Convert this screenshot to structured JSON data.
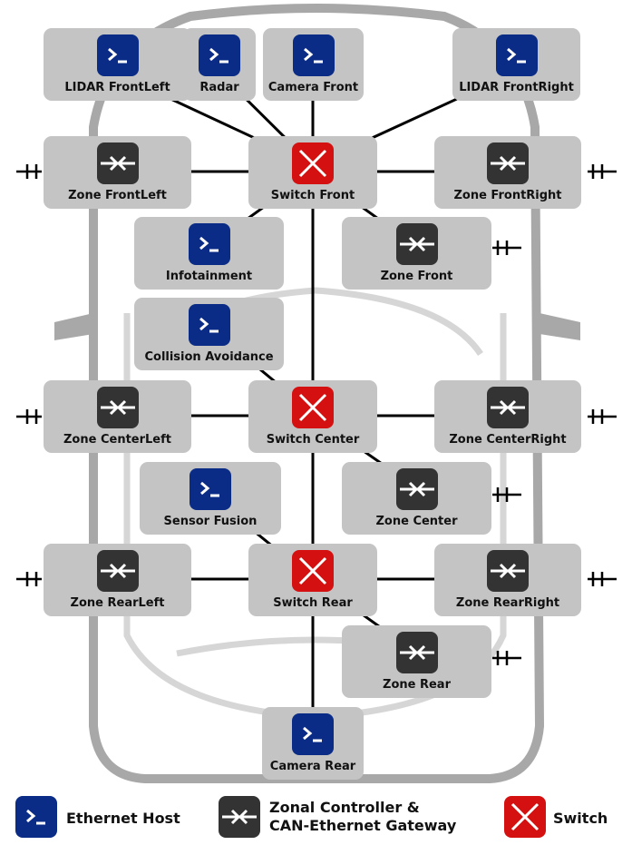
{
  "nodes": {
    "lidar_frontleft": "LIDAR FrontLeft",
    "radar": "Radar",
    "camera_front": "Camera Front",
    "lidar_frontright": "LIDAR FrontRight",
    "zone_frontleft": "Zone FrontLeft",
    "switch_front": "Switch Front",
    "zone_frontright": "Zone FrontRight",
    "infotainment": "Infotainment",
    "zone_front": "Zone Front",
    "collision_avoidance": "Collision Avoidance",
    "zone_centerleft": "Zone CenterLeft",
    "switch_center": "Switch Center",
    "zone_centerright": "Zone CenterRight",
    "sensor_fusion": "Sensor Fusion",
    "zone_center": "Zone Center",
    "zone_rearleft": "Zone RearLeft",
    "switch_rear": "Switch Rear",
    "zone_rearright": "Zone RearRight",
    "zone_rear": "Zone Rear",
    "camera_rear": "Camera Rear"
  },
  "legend": {
    "host": "Ethernet Host",
    "zonal_line1": "Zonal Controller &",
    "zonal_line2": "CAN-Ethernet Gateway",
    "switch": "Switch"
  },
  "colors": {
    "host": "#0b2c86",
    "zonal": "#333333",
    "switch": "#d41010",
    "node_bg": "#c4c4c4",
    "car_outline": "#a8a8a8"
  }
}
